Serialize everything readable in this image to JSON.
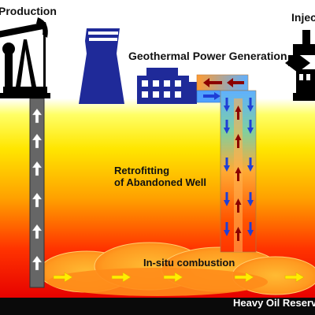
{
  "labels": {
    "production": "Production",
    "injection": "Injection",
    "power_generation": "Geothermal Power Generation",
    "retrofit_line1": "Retrofitting",
    "retrofit_line2": "of Abandoned Well",
    "combustion": "In-situ combustion",
    "reservoir": "Heavy Oil Reservoir"
  },
  "colors": {
    "ground_top": "#ffff33",
    "ground_mid": "#ff8c00",
    "ground_deep": "#ff0000",
    "reservoir": "#0a0a0a",
    "power_plant": "#1f2a99",
    "production_pipe": "#666666",
    "upward_arrow": "#8b0000",
    "downward_arrow": "#1f3fd6",
    "flow_arrow": "#ffee00"
  },
  "icons": {
    "pump": "pumpjack-icon",
    "plant": "power-plant-icon",
    "injector": "injection-rig-icon"
  }
}
